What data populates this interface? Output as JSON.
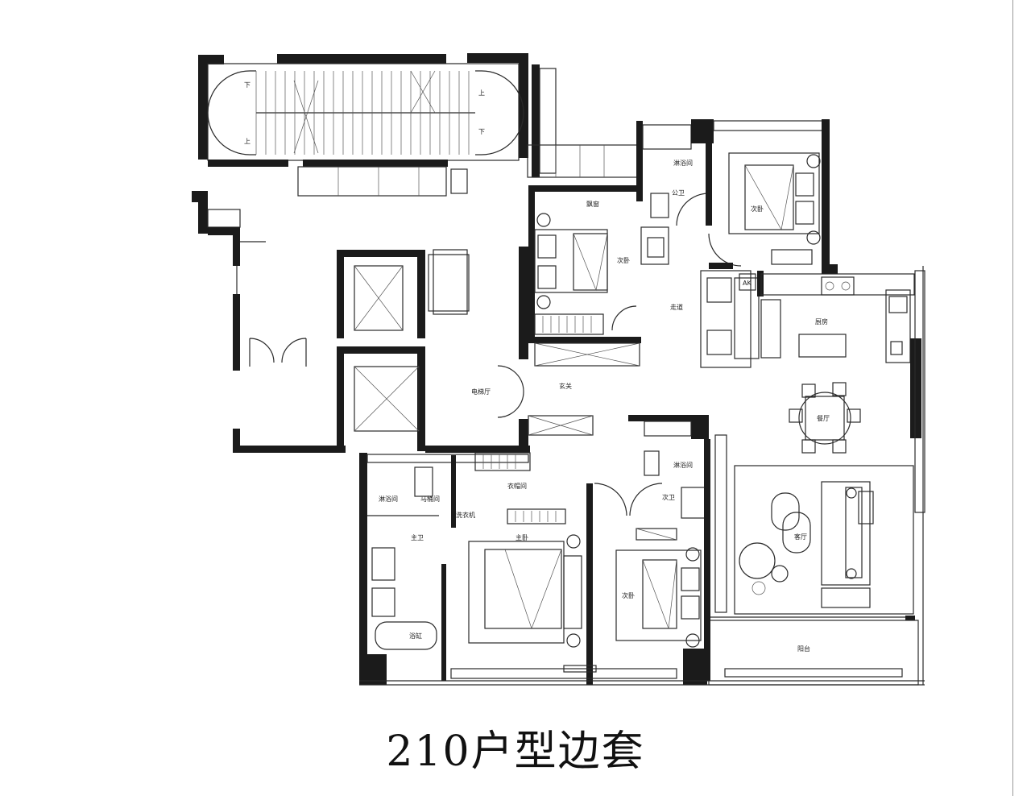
{
  "caption": "210户型边套",
  "rooms": {
    "stair_down_left": "下",
    "stair_up_left": "上",
    "stair_up_right": "上",
    "stair_down_right": "下",
    "store": "飘窗",
    "shower_top": "淋浴间",
    "public_bath": "公卫",
    "bedroom_ne": "次卧",
    "bedroom_n": "次卧",
    "corridor": "走道",
    "kitchen": "厨房",
    "kitchen_ak": "AK",
    "elevator_hall": "电梯厅",
    "entrance": "玄关",
    "dining": "餐厅",
    "shower_master": "淋浴间",
    "toilet_master": "马桶间",
    "master_bath": "主卫",
    "closet": "衣帽间",
    "wash": "洗衣机",
    "master_bed": "主卧",
    "shower_second": "淋浴间",
    "second_bath": "次卫",
    "bedroom_s": "次卧",
    "living": "客厅",
    "bathtub": "浴缸",
    "balcony": "阳台"
  }
}
